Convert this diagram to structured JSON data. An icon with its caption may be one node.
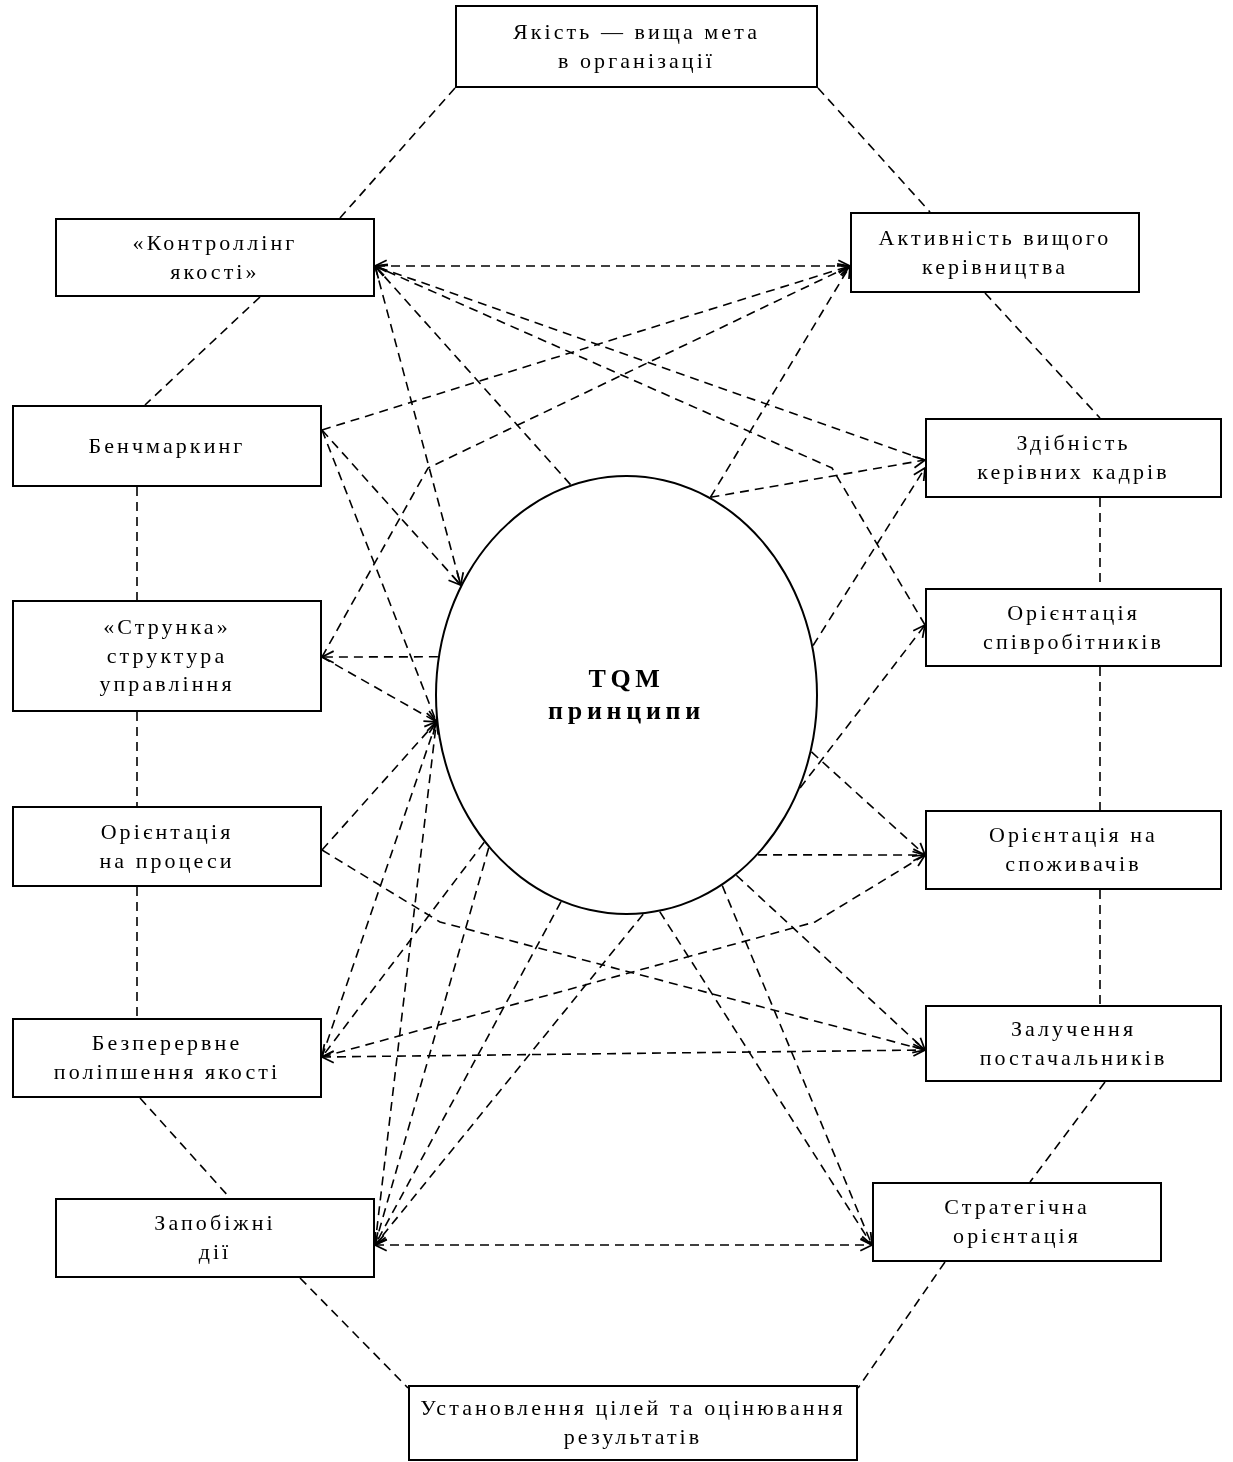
{
  "diagram": {
    "nodes": [
      {
        "text": [
          "Якість — вища мета в організації"
        ]
      },
      {
        "text": [
          "«Контроллінг якості»"
        ]
      },
      {
        "text": [
          "Активність вищого керівництва"
        ]
      },
      {
        "text": [
          "Бенчмаркинг"
        ]
      },
      {
        "text": [
          "Здібність керівних кадрів"
        ]
      },
      {
        "text": [
          "«Струнка» структура управління"
        ]
      },
      {
        "text": [
          "Орієнтація співробітників"
        ]
      },
      {
        "text": [
          "TQM принципи"
        ]
      },
      {
        "text": [
          "Орієнтація на процеси"
        ]
      },
      {
        "text": [
          "Орієнтація на споживачів"
        ]
      },
      {
        "text": [
          "Безперервне поліпшення якості"
        ]
      },
      {
        "text": [
          "Залучення постачальників"
        ]
      },
      {
        "text": [
          "Запобіжні дії"
        ]
      },
      {
        "text": [
          "Стратегічна орієнтація"
        ]
      },
      {
        "text": [
          "Установлення цілей та оцінювання результатів"
        ]
      }
    ],
    "edges": [
      {
        "from": 0,
        "to": 1,
        "arrow": "none",
        "style": "dashed"
      },
      {
        "from": 0,
        "to": 2,
        "arrow": "none",
        "style": "dashed"
      },
      {
        "from": 1,
        "to": 3,
        "arrow": "none",
        "style": "dashed"
      },
      {
        "from": 2,
        "to": 4,
        "arrow": "none",
        "style": "dashed"
      },
      {
        "from": 3,
        "to": 5,
        "arrow": "none",
        "style": "dashed"
      },
      {
        "from": 4,
        "to": 6,
        "arrow": "none",
        "style": "dashed"
      },
      {
        "from": 5,
        "to": 8,
        "arrow": "none",
        "style": "dashed"
      },
      {
        "from": 6,
        "to": 9,
        "arrow": "none",
        "style": "dashed"
      },
      {
        "from": 8,
        "to": 10,
        "arrow": "none",
        "style": "dashed"
      },
      {
        "from": 9,
        "to": 11,
        "arrow": "none",
        "style": "dashed"
      },
      {
        "from": 10,
        "to": 12,
        "arrow": "none",
        "style": "dashed"
      },
      {
        "from": 11,
        "to": 13,
        "arrow": "none",
        "style": "dashed"
      },
      {
        "from": 12,
        "to": 14,
        "arrow": "none",
        "style": "dashed"
      },
      {
        "from": 13,
        "to": 14,
        "arrow": "none",
        "style": "dashed"
      },
      {
        "from": 2,
        "to": 1,
        "arrow": "both",
        "style": "dashed"
      },
      {
        "from": 4,
        "to": 1,
        "arrow": "to",
        "style": "dashed"
      },
      {
        "from": 6,
        "to": 1,
        "arrow": "to",
        "style": "dashed"
      },
      {
        "from": 7,
        "to": 1,
        "arrow": "to",
        "style": "dashed"
      },
      {
        "from": 1,
        "to": 7,
        "arrow": "to",
        "style": "dashed"
      },
      {
        "from": 3,
        "to": 2,
        "arrow": "to",
        "style": "dashed"
      },
      {
        "from": 5,
        "to": 2,
        "arrow": "to",
        "style": "dashed"
      },
      {
        "from": 7,
        "to": 2,
        "arrow": "to",
        "style": "dashed"
      },
      {
        "from": 3,
        "to": 7,
        "arrow": "to",
        "style": "dashed"
      },
      {
        "from": 3,
        "to": 7,
        "arrow": "to",
        "style": "dashed"
      },
      {
        "from": 7,
        "to": 5,
        "arrow": "to",
        "style": "dashed"
      },
      {
        "from": 5,
        "to": 7,
        "arrow": "to",
        "style": "dashed"
      },
      {
        "from": 8,
        "to": 7,
        "arrow": "to",
        "style": "dashed"
      },
      {
        "from": 10,
        "to": 7,
        "arrow": "to",
        "style": "dashed"
      },
      {
        "from": 12,
        "to": 7,
        "arrow": "to",
        "style": "dashed"
      },
      {
        "from": 7,
        "to": 4,
        "arrow": "to",
        "style": "dashed"
      },
      {
        "from": 7,
        "to": 4,
        "arrow": "to",
        "style": "dashed"
      },
      {
        "from": 7,
        "to": 6,
        "arrow": "to",
        "style": "dashed"
      },
      {
        "from": 7,
        "to": 9,
        "arrow": "to",
        "style": "dashed"
      },
      {
        "from": 7,
        "to": 9,
        "arrow": "to",
        "style": "dashed"
      },
      {
        "from": 8,
        "to": 11,
        "arrow": "to",
        "style": "dashed"
      },
      {
        "from": 10,
        "to": 9,
        "arrow": "to",
        "style": "dashed"
      },
      {
        "from": 10,
        "to": 11,
        "arrow": "both",
        "style": "dashed"
      },
      {
        "from": 7,
        "to": 10,
        "arrow": "to",
        "style": "dashed"
      },
      {
        "from": 7,
        "to": 12,
        "arrow": "to",
        "style": "dashed"
      },
      {
        "from": 7,
        "to": 12,
        "arrow": "to",
        "style": "dashed"
      },
      {
        "from": 7,
        "to": 12,
        "arrow": "to",
        "style": "dashed"
      },
      {
        "from": 7,
        "to": 13,
        "arrow": "to",
        "style": "dashed"
      },
      {
        "from": 7,
        "to": 13,
        "arrow": "to",
        "style": "dashed"
      },
      {
        "from": 7,
        "to": 11,
        "arrow": "to",
        "style": "dashed"
      },
      {
        "from": 12,
        "to": 13,
        "arrow": "both",
        "style": "dashed"
      }
    ]
  }
}
